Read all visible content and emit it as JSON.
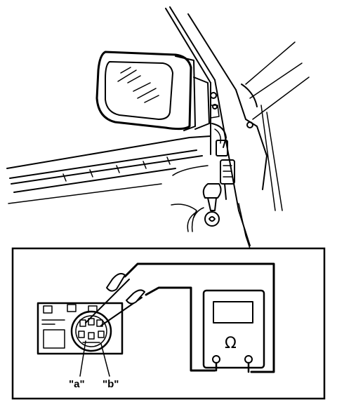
{
  "labels": {
    "terminal_a": "\"a\"",
    "terminal_b": "\"b\""
  },
  "meter": {
    "symbol": "Ω"
  },
  "colors": {
    "line": "#000000",
    "background": "#ffffff"
  }
}
